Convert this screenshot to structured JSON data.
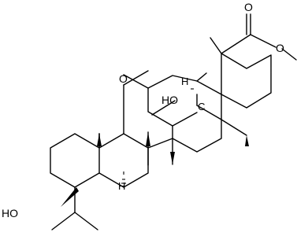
{
  "structure": {
    "labels": {
      "ketone_o": "O",
      "ester_carbonyl_o": "O",
      "ester_ether_o": "O",
      "hydroxyl_top": "HO",
      "hydroxyl_bottom": "HO",
      "h_top": "H",
      "h_center": "H",
      "c_center": "C"
    }
  }
}
